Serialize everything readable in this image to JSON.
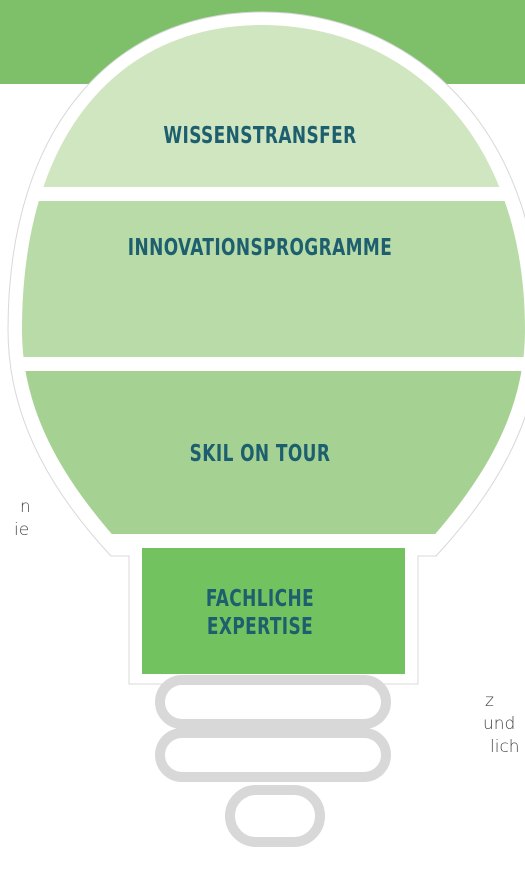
{
  "diagram": {
    "colors": {
      "top_band": "#7ec06a",
      "layer_1": "#cfe6c0",
      "layer_2": "#b8dba7",
      "layer_3": "#a5d293",
      "layer_4": "#72c25f",
      "label_text": "#1d5f6e",
      "outline": "#ffffff"
    },
    "layers": [
      {
        "label": "WISSENSTRANSFER"
      },
      {
        "label": "INNOVATIONSPROGRAMME"
      },
      {
        "label": "SKIL ON TOUR"
      },
      {
        "label": "FACHLICHE\nEXPERTISE"
      }
    ],
    "left_text_fragments": [
      "n",
      "ie"
    ],
    "right_text_fragments": [
      "z",
      "und",
      "lich"
    ]
  }
}
